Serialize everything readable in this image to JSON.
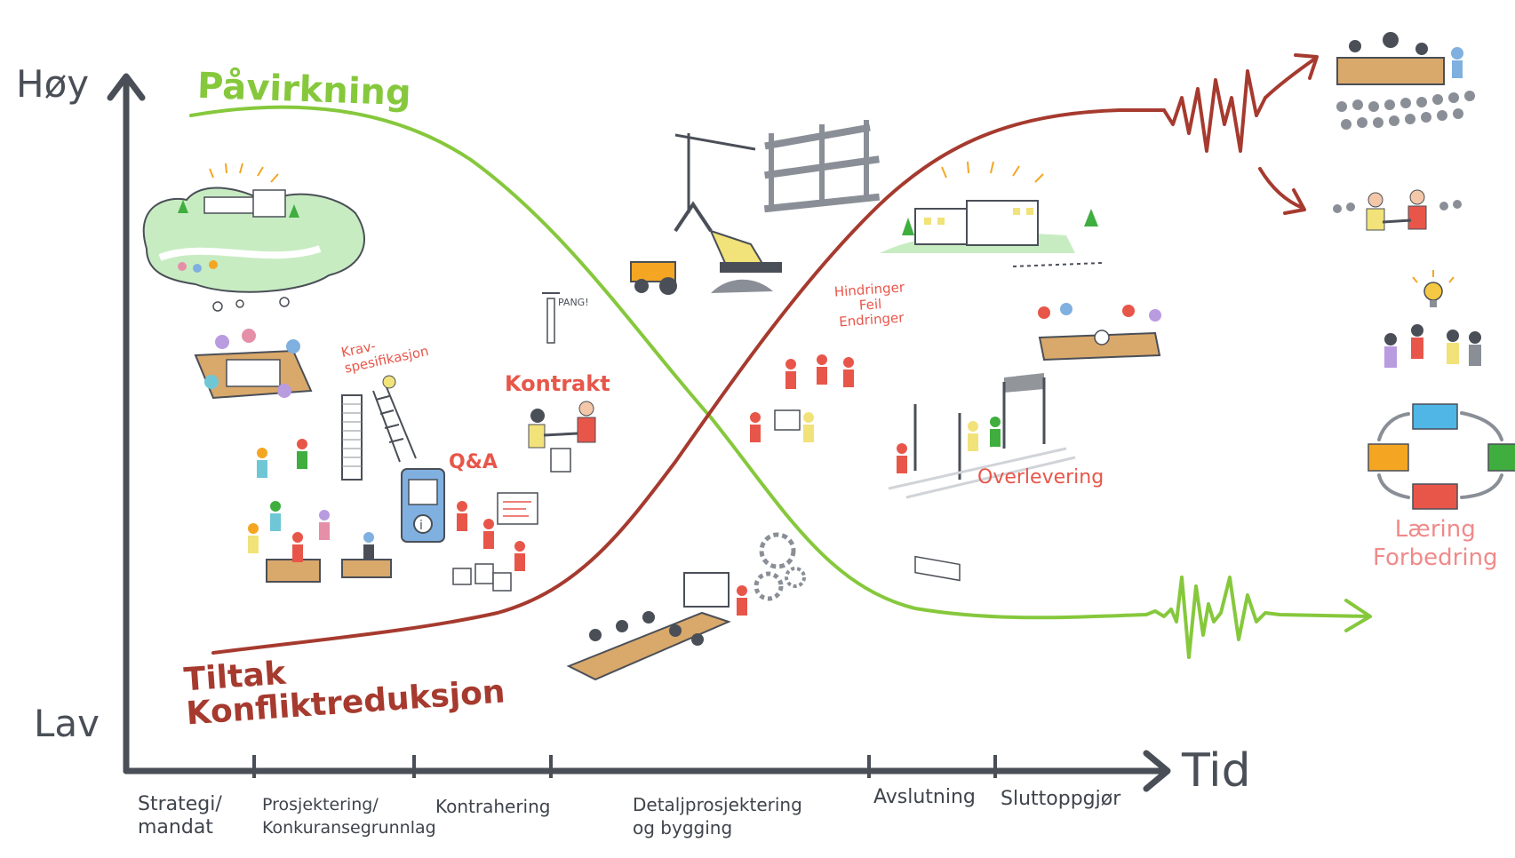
{
  "axes": {
    "y_high": "Høy",
    "y_low": "Lav",
    "x_label": "Tid"
  },
  "curves": {
    "influence": {
      "label": "Påvirkning",
      "color": "#86c83c"
    },
    "measures": {
      "label": "Tiltak\nKonfliktreduksjon",
      "color": "#a63a2f"
    }
  },
  "phases": [
    {
      "label": "Strategi/\nmandat"
    },
    {
      "label": "Prosjektering/\nKonkuransegrunnlag"
    },
    {
      "label": "Kontrahering"
    },
    {
      "label": "Detaljprosjektering\nog bygging"
    },
    {
      "label": "Avslutning"
    },
    {
      "label": "Sluttoppgjør"
    }
  ],
  "annotations": {
    "krav": "Krav-\nspesifikasjon",
    "kontrakt": "Kontrakt",
    "qa": "Q&A",
    "pang": "PANG!",
    "hindringer": "Hindringer\nFeil\nEndringer",
    "overlevering": "Overlevering",
    "laering": "Læring\nForbedring"
  },
  "colors": {
    "axis": "#4a4f57",
    "accent_red": "#e8564a",
    "cycle_blue": "#4fb6e6",
    "cycle_green": "#3fae3f",
    "cycle_red": "#e8564a",
    "cycle_orange": "#f4a623"
  }
}
